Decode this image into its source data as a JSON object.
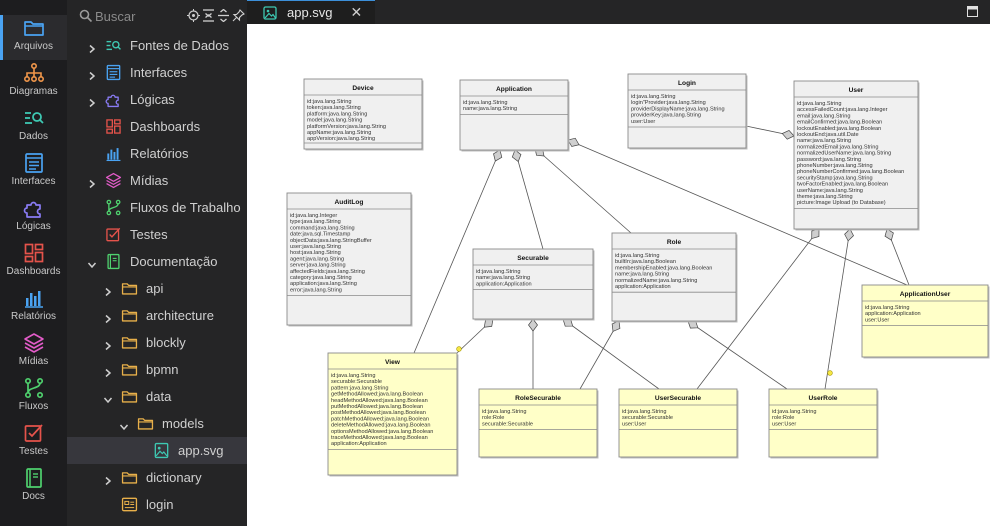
{
  "activity_bar": {
    "items": [
      {
        "label": "Arquivos",
        "icon": "folder-icon",
        "color": "#4aa3f2",
        "active": true
      },
      {
        "label": "Diagramas",
        "icon": "diagram-icon",
        "color": "#f0964a",
        "active": false
      },
      {
        "label": "Dados",
        "icon": "data-search-icon",
        "color": "#3ec9b3",
        "active": false
      },
      {
        "label": "Interfaces",
        "icon": "interface-icon",
        "color": "#4aa3f2",
        "active": false
      },
      {
        "label": "Lógicas",
        "icon": "puzzle-icon",
        "color": "#8a7cf5",
        "active": false
      },
      {
        "label": "Dashboards",
        "icon": "dashboard-icon",
        "color": "#e5534b",
        "active": false
      },
      {
        "label": "Relatórios",
        "icon": "report-icon",
        "color": "#4aa3f2",
        "active": false
      },
      {
        "label": "Mídias",
        "icon": "layers-icon",
        "color": "#e35cc9",
        "active": false
      },
      {
        "label": "Fluxos",
        "icon": "flow-icon",
        "color": "#4fd16e",
        "active": false
      },
      {
        "label": "Testes",
        "icon": "test-icon",
        "color": "#e5534b",
        "active": false
      },
      {
        "label": "Docs",
        "icon": "book-icon",
        "color": "#4fd16e",
        "active": false
      }
    ]
  },
  "explorer": {
    "search_placeholder": "Buscar",
    "tree": [
      {
        "label": "Fontes de Dados",
        "icon": "data-search-icon",
        "color": "#3ec9b3",
        "level": 0,
        "expanded": false
      },
      {
        "label": "Interfaces",
        "icon": "interface-icon",
        "color": "#4aa3f2",
        "level": 0,
        "expanded": false
      },
      {
        "label": "Lógicas",
        "icon": "puzzle-icon",
        "color": "#8a7cf5",
        "level": 0,
        "expanded": false
      },
      {
        "label": "Dashboards",
        "icon": "dashboard-icon",
        "color": "#e5534b",
        "level": 0,
        "expanded": null
      },
      {
        "label": "Relatórios",
        "icon": "report-icon",
        "color": "#4aa3f2",
        "level": 0,
        "expanded": null
      },
      {
        "label": "Mídias",
        "icon": "layers-icon",
        "color": "#e35cc9",
        "level": 0,
        "expanded": false
      },
      {
        "label": "Fluxos de Trabalho",
        "icon": "flow-icon",
        "color": "#4fd16e",
        "level": 0,
        "expanded": null
      },
      {
        "label": "Testes",
        "icon": "test-icon",
        "color": "#e5534b",
        "level": 0,
        "expanded": null
      },
      {
        "label": "Documentação",
        "icon": "book-icon",
        "color": "#4fd16e",
        "level": 0,
        "expanded": true
      },
      {
        "label": "api",
        "icon": "folder-icon",
        "color": "#e8b04a",
        "level": 1,
        "expanded": false
      },
      {
        "label": "architecture",
        "icon": "folder-icon",
        "color": "#e8b04a",
        "level": 1,
        "expanded": false
      },
      {
        "label": "blockly",
        "icon": "folder-icon",
        "color": "#e8b04a",
        "level": 1,
        "expanded": false
      },
      {
        "label": "bpmn",
        "icon": "folder-icon",
        "color": "#e8b04a",
        "level": 1,
        "expanded": false
      },
      {
        "label": "data",
        "icon": "folder-icon",
        "color": "#e8b04a",
        "level": 1,
        "expanded": true
      },
      {
        "label": "models",
        "icon": "folder-icon",
        "color": "#e8b04a",
        "level": 2,
        "expanded": true
      },
      {
        "label": "app.svg",
        "icon": "image-file-icon",
        "color": "#3ec9b3",
        "level": 3,
        "expanded": null,
        "selected": true
      },
      {
        "label": "dictionary",
        "icon": "folder-icon",
        "color": "#e8b04a",
        "level": 1,
        "expanded": false
      },
      {
        "label": "login",
        "icon": "login-file-icon",
        "color": "#e8b04a",
        "level": 1,
        "expanded": null
      }
    ]
  },
  "tabs": [
    {
      "label": "app.svg",
      "close": "✕",
      "active": true
    }
  ],
  "diagram": {
    "classes": [
      {
        "id": "device",
        "name": "Device",
        "color": "#f0f0f0",
        "fields": [
          "id:java.lang.String",
          "token:java.lang.String",
          "platform:java.lang.String",
          "model:java.lang.String",
          "platformVersion:java.lang.String",
          "appName:java.lang.String",
          "appVersion:java.lang.String"
        ]
      },
      {
        "id": "application",
        "name": "Application",
        "color": "#f0f0f0",
        "fields": [
          "id:java.lang.String",
          "name:java.lang.String"
        ]
      },
      {
        "id": "login",
        "name": "Login",
        "color": "#f0f0f0",
        "fields": [
          "id:java.lang.String",
          "login\"Provider:java.lang.String",
          "providerDisplayName:java.lang.String",
          "providerKey:java.lang.String",
          "user:User"
        ]
      },
      {
        "id": "user",
        "name": "User",
        "color": "#f0f0f0",
        "fields": [
          "id:java.lang.String",
          "accessFailedCount:java.lang.Integer",
          "email:java.lang.String",
          "emailConfirmed:java.lang.Boolean",
          "lockoutEnabled:java.lang.Boolean",
          "lockoutEnd:java.util.Date",
          "name:java.lang.String",
          "normalizedEmail:java.lang.String",
          "normalizedUserName:java.lang.String",
          "password:java.lang.String",
          "phoneNumber:java.lang.String",
          "phoneNumberConfirmed:java.lang.Boolean",
          "securityStamp:java.lang.String",
          "twoFactorEnabled:java.lang.Boolean",
          "userName:java.lang.String",
          "theme:java.lang.String",
          "picture:Image Upload  (to Database)"
        ]
      },
      {
        "id": "auditlog",
        "name": "AuditLog",
        "color": "#f0f0f0",
        "fields": [
          "id:java.lang.Integer",
          "type:java.lang.String",
          "command:java.lang.String",
          "date:java.sql.Timestamp",
          "objectData:java.lang.StringBuffer",
          "user:java.lang.String",
          "host:java.lang.String",
          "agent:java.lang.String",
          "server:java.lang.String",
          "affectedFields:java.lang.String",
          "category:java.lang.String",
          "application:java.lang.String",
          "error:java.lang.String"
        ]
      },
      {
        "id": "securable",
        "name": "Securable",
        "color": "#f0f0f0",
        "fields": [
          "id:java.lang.String",
          "name:java.lang.String",
          "application:Application"
        ]
      },
      {
        "id": "role",
        "name": "Role",
        "color": "#f0f0f0",
        "fields": [
          "id:java.lang.String",
          "builtIn:java.lang.Boolean",
          "membershipEnabled:java.lang.Boolean",
          "name:java.lang.String",
          "normalizedName:java.lang.String",
          "application:Application"
        ]
      },
      {
        "id": "applicationuser",
        "name": "ApplicationUser",
        "color": "#ffffc8",
        "fields": [
          "id:java.lang.String",
          "application:Application",
          "user:User"
        ]
      },
      {
        "id": "view",
        "name": "View",
        "color": "#ffffc8",
        "fields": [
          "id:java.lang.String",
          "securable:Securable",
          "pattern:java.lang.String",
          "getMethodAllowed:java.lang.Boolean",
          "headMethodAllowed:java.lang.Boolean",
          "putMethodAllowed:java.lang.Boolean",
          "postMethodAllowed:java.lang.Boolean",
          "patchMethodAllowed:java.lang.Boolean",
          "deleteMethodAllowed:java.lang.Boolean",
          "optionsMethodAllowed:java.lang.Boolean",
          "traceMethodAllowed:java.lang.Boolean",
          "application:Application"
        ]
      },
      {
        "id": "rolesecurable",
        "name": "RoleSecurable",
        "color": "#ffffc8",
        "fields": [
          "id:java.lang.String",
          "role:Role",
          "securable:Securable"
        ]
      },
      {
        "id": "usersecurable",
        "name": "UserSecurable",
        "color": "#ffffc8",
        "fields": [
          "id:java.lang.String",
          "securable:Securable",
          "user:User"
        ]
      },
      {
        "id": "userrole",
        "name": "UserRole",
        "color": "#ffffc8",
        "fields": [
          "id:java.lang.String",
          "role:Role",
          "user:User"
        ]
      }
    ],
    "links": [
      {
        "from": "application",
        "to": "view"
      },
      {
        "from": "application",
        "to": "securable"
      },
      {
        "from": "application",
        "to": "role"
      },
      {
        "from": "application",
        "to": "applicationuser"
      },
      {
        "from": "user",
        "to": "login"
      },
      {
        "from": "user",
        "to": "usersecurable"
      },
      {
        "from": "user",
        "to": "userrole"
      },
      {
        "from": "user",
        "to": "applicationuser"
      },
      {
        "from": "securable",
        "to": "view"
      },
      {
        "from": "securable",
        "to": "rolesecurable"
      },
      {
        "from": "securable",
        "to": "usersecurable"
      },
      {
        "from": "role",
        "to": "rolesecurable"
      },
      {
        "from": "role",
        "to": "userrole"
      }
    ]
  }
}
